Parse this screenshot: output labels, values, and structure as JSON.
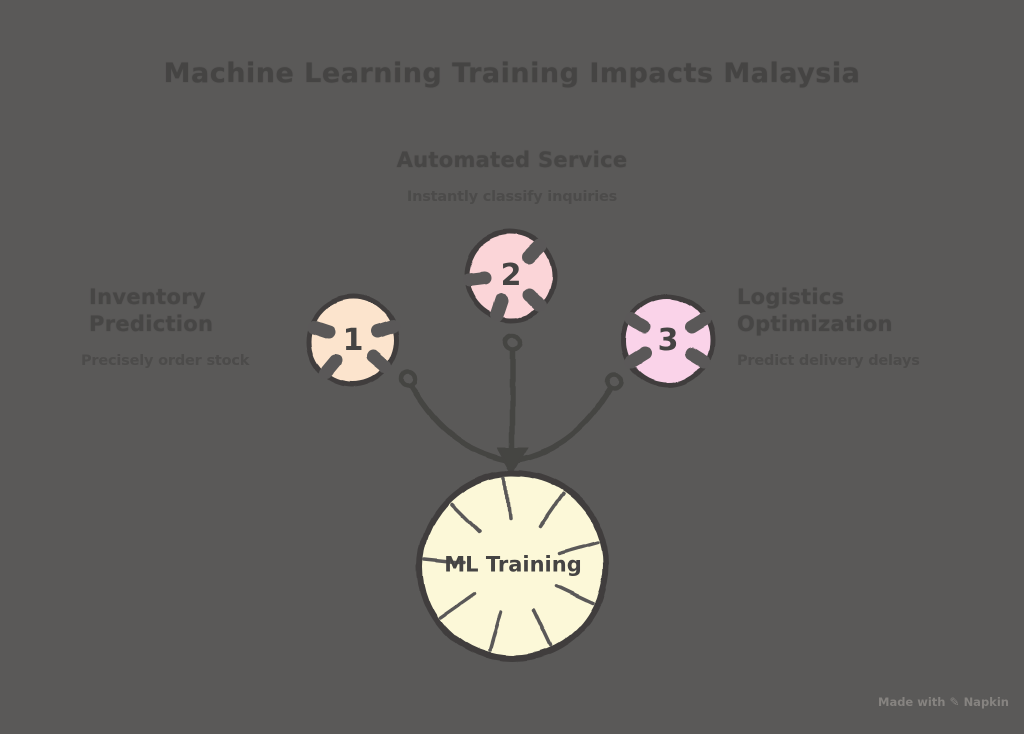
{
  "title": "Machine Learning Training Impacts Malaysia",
  "center_node": {
    "label": "ML Training",
    "fill": "#fcf8d8"
  },
  "branches": {
    "left": {
      "number": "1",
      "heading": "Inventory Prediction",
      "subtitle": "Precisely order stock",
      "fill": "#fce4cd"
    },
    "top": {
      "number": "2",
      "heading": "Automated Service",
      "subtitle": "Instantly classify inquiries",
      "fill": "#fbd5d8"
    },
    "right": {
      "number": "3",
      "heading": "Logistics Optimization",
      "subtitle": "Predict delivery delays",
      "fill": "#fad3e9"
    }
  },
  "watermark": {
    "prefix": "Made with",
    "icon_glyph": "✎",
    "brand": "Napkin"
  },
  "colors": {
    "background": "#5a5958",
    "node_stroke": "#3f3e3d",
    "connector": "#454443",
    "title_text": "#454443",
    "heading_text": "#474645",
    "subtitle_text": "#4c4b4a",
    "watermark_text": "#918e8a"
  }
}
